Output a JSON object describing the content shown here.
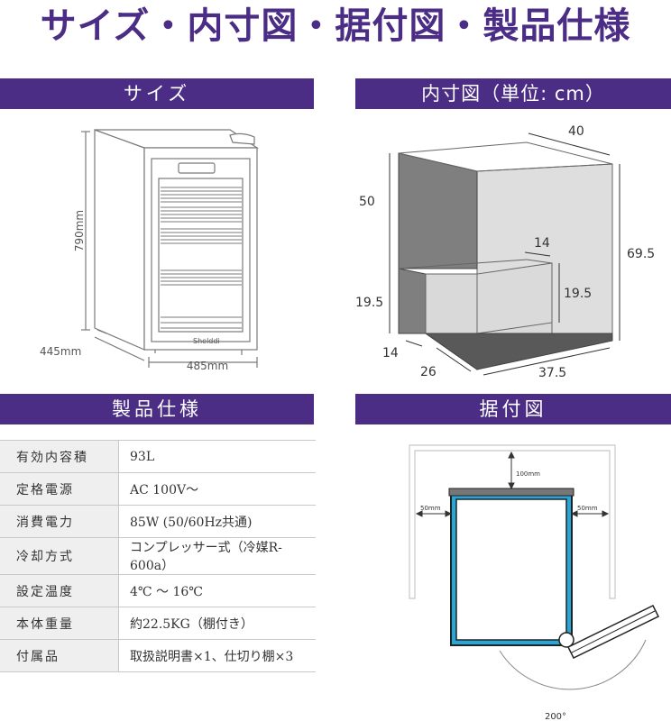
{
  "page_title": "サイズ・内寸図・据付図・製品仕様",
  "sections": {
    "size": "サイズ",
    "interior": "内寸図（単位: cm）",
    "spec": "製品仕様",
    "install": "据付図"
  },
  "size_figure": {
    "height": "790mm",
    "depth": "445mm",
    "width": "485mm",
    "brand": "Shelddi"
  },
  "interior_figure": {
    "top_depth": "40",
    "top_height": "50",
    "total_height": "69.5",
    "step_depth": "14",
    "bottom_height_left": "19.5",
    "bottom_height_right": "19.5",
    "bottom_front": "14",
    "bottom_side": "26",
    "bottom_width": "37.5"
  },
  "install_figure": {
    "back_clearance": "100mm",
    "left_clearance": "50mm",
    "right_clearance": "50mm",
    "door_angle": "200°"
  },
  "spec": [
    {
      "key": "有効内容積",
      "value": "93L"
    },
    {
      "key": "定格電源",
      "value": "AC 100V～"
    },
    {
      "key": "消費電力",
      "value": "85W (50/60Hz共通)"
    },
    {
      "key": "冷却方式",
      "value": "コンプレッサー式（冷媒R-600a）"
    },
    {
      "key": "設定温度",
      "value": "4℃ ～ 16℃"
    },
    {
      "key": "本体重量",
      "value": "約22.5KG（棚付き）"
    },
    {
      "key": "付属品",
      "value": "取扱説明書×1、仕切り棚×3"
    }
  ],
  "colors": {
    "accent": "#4b2d86",
    "spec_key_bg": "#efefef",
    "frame_blue": "#29a6d8"
  }
}
